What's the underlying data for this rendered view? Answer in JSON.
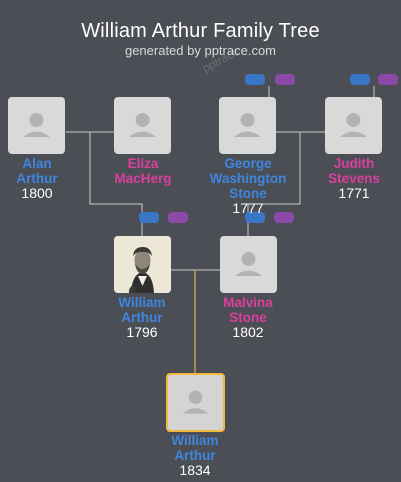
{
  "title": "William Arthur Family Tree",
  "subtitle": "generated by pptrace.com",
  "watermark": "pptrace",
  "colors": {
    "background": "#4b4e55",
    "male": "#3e86df",
    "female": "#dc3f9e",
    "selected_border": "#f0b840",
    "line": "#c9cbd0",
    "child_line": "#e0b048"
  },
  "people": {
    "alan": {
      "first": "Alan",
      "last": "Arthur",
      "year": "1800",
      "gender": "male"
    },
    "eliza": {
      "first": "Eliza",
      "last": "MacHerg",
      "year": "",
      "gender": "female"
    },
    "george": {
      "first": "George",
      "last": "Washington",
      "last2": "Stone",
      "year": "1777",
      "gender": "male"
    },
    "judith": {
      "first": "Judith",
      "last": "Stevens",
      "year": "1771",
      "gender": "female"
    },
    "william_sr": {
      "first": "William",
      "last": "Arthur",
      "year": "1796",
      "gender": "male",
      "photo": true
    },
    "malvina": {
      "first": "Malvina",
      "last": "Stone",
      "year": "1802",
      "gender": "female"
    },
    "william_jr": {
      "first": "William",
      "last": "Arthur",
      "year": "1834",
      "gender": "male",
      "selected": true
    }
  }
}
